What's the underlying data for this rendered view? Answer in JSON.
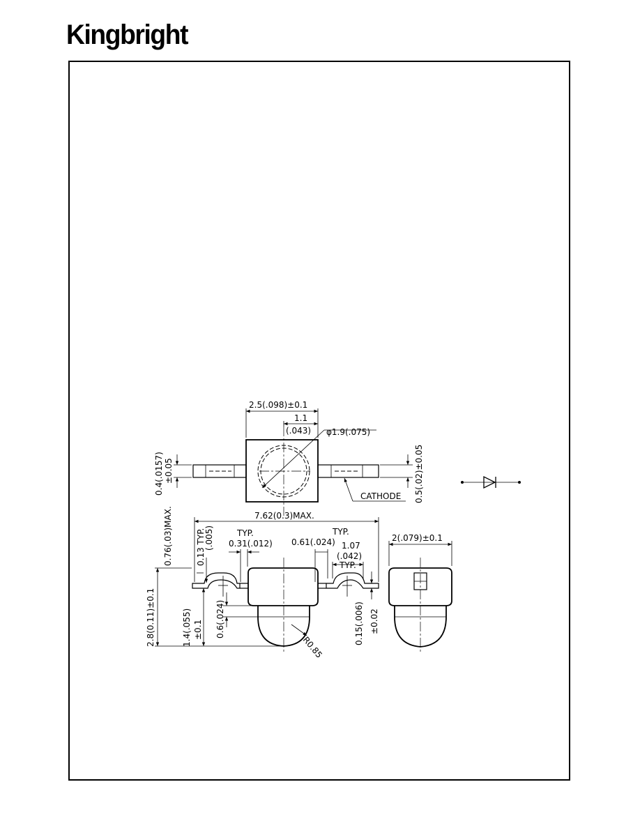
{
  "header": {
    "brand": "Kingbright"
  },
  "drawing": {
    "top_view": {
      "width_dim": "2.5(.098)±0.1",
      "offset_dim_mm": "1.1",
      "offset_dim_in": "(.043)",
      "lens_dia": "φ1.9(.075)",
      "lead_thk_left_a": "0.4(.0157)",
      "lead_thk_left_b": "±0.05",
      "lead_thk_right": "0.5(.02)±0.05",
      "cathode": "CATHODE"
    },
    "side_view": {
      "overall_length": "7.62(0.3)MAX.",
      "standoff": "0.76(.03)MAX.",
      "bend_thk_a": "0.13 TYP.",
      "bend_thk_b": "(.005)",
      "typ_left": "TYP.",
      "left_lead_dim": "0.31(.012)",
      "typ_right": "TYP.",
      "right_lead_dim": "0.61(.024)",
      "pitch_mm": "1.07",
      "pitch_in": "(.042)",
      "pitch_typ": "TYP.",
      "height_total": "2.8(0.11)±0.1",
      "height_lens_a": "1.4(.055)",
      "height_lens_b": "±0.1",
      "height_dome": "0.6(.024)",
      "radius": "R0.85",
      "lead_thk_a": "0.15(.006)",
      "lead_thk_b": "±0.02"
    },
    "end_view": {
      "width_dim": "2(.079)±0.1"
    }
  }
}
